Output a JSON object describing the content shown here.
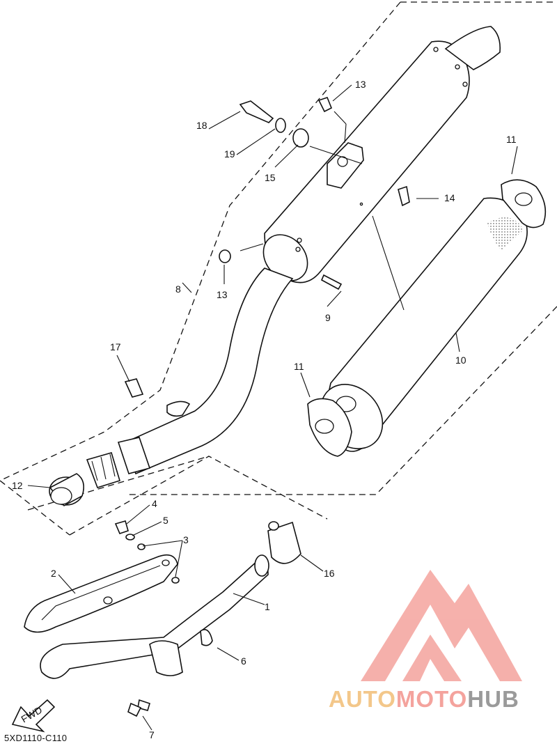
{
  "diagram": {
    "callouts": [
      {
        "id": "c1",
        "text": "1"
      },
      {
        "id": "c2",
        "text": "2"
      },
      {
        "id": "c3",
        "text": "3"
      },
      {
        "id": "c4",
        "text": "4"
      },
      {
        "id": "c5",
        "text": "5"
      },
      {
        "id": "c6",
        "text": "6"
      },
      {
        "id": "c7",
        "text": "7"
      },
      {
        "id": "c8",
        "text": "8"
      },
      {
        "id": "c9",
        "text": "9"
      },
      {
        "id": "c10",
        "text": "10"
      },
      {
        "id": "c11a",
        "text": "11"
      },
      {
        "id": "c11b",
        "text": "11"
      },
      {
        "id": "c12",
        "text": "12"
      },
      {
        "id": "c13a",
        "text": "13"
      },
      {
        "id": "c13b",
        "text": "13"
      },
      {
        "id": "c14",
        "text": "14"
      },
      {
        "id": "c15",
        "text": "15"
      },
      {
        "id": "c16",
        "text": "16"
      },
      {
        "id": "c17",
        "text": "17"
      },
      {
        "id": "c18",
        "text": "18"
      },
      {
        "id": "c19",
        "text": "19"
      }
    ],
    "fwd_label": "FWD",
    "code": "5XD1110-C110"
  },
  "logo": {
    "brand_part1": "AUTO",
    "brand_part2": "MOTO",
    "brand_part3": "HUB",
    "colors": {
      "primary": "#f4a39d",
      "accent": "#f3c78a",
      "dark": "#9a9a9a"
    }
  }
}
